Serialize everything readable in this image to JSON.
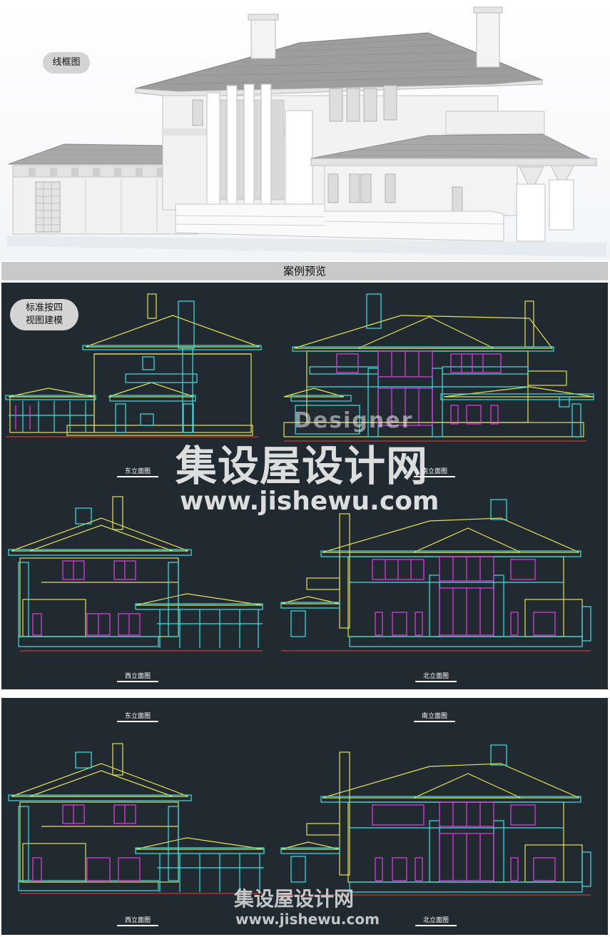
{
  "top_render": {
    "label": "线框图"
  },
  "banner": {
    "text": "案例预览"
  },
  "cad_panel": {
    "label_line1": "标准按四",
    "label_line2": "视图建模"
  },
  "captions": {
    "east": "东立面图",
    "south": "南立面图",
    "west": "西立面图",
    "north": "北立面图"
  },
  "watermark": {
    "designer": "Designer",
    "name_cn": "集设屋设计网",
    "url": "www.jishewu.com"
  },
  "colors": {
    "cad_background": "#212931",
    "cad_yellow": "#e8e34a",
    "cad_cyan": "#39e3e3",
    "cad_magenta": "#e83ce8",
    "cad_red": "#c83a3a",
    "banner_gray": "#c9c9c9"
  }
}
